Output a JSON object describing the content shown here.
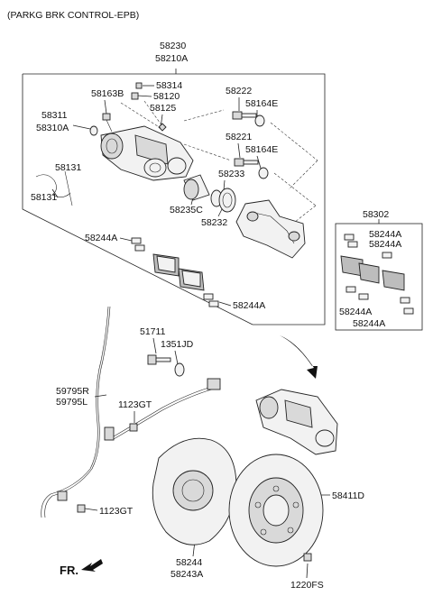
{
  "header": {
    "title": "(PARKG BRK CONTROL-EPB)"
  },
  "labels": {
    "l58230": "58230",
    "l58210A": "58210A",
    "l58163B": "58163B",
    "l58314": "58314",
    "l58120": "58120",
    "l58125": "58125",
    "l58222": "58222",
    "l58164E_1": "58164E",
    "l58311": "58311",
    "l58310A": "58310A",
    "l58221": "58221",
    "l58164E_2": "58164E",
    "l58131_a": "58131",
    "l58131_b": "58131",
    "l58233": "58233",
    "l58235C": "58235C",
    "l58232": "58232",
    "l58302": "58302",
    "l58244A_r1": "58244A",
    "l58244A_r2": "58244A",
    "l58244A_m1": "58244A",
    "l58244A_m2": "58244A",
    "l58244A_r3": "58244A",
    "l58244A_r4": "58244A",
    "l51711": "51711",
    "l1351JD": "1351JD",
    "l59795R": "59795R",
    "l59795L": "59795L",
    "l1123GT_a": "1123GT",
    "l1123GT_b": "1123GT",
    "l58411D": "58411D",
    "l58244": "58244",
    "l58243A": "58243A",
    "l1220FS": "1220FS",
    "fr": "FR."
  }
}
